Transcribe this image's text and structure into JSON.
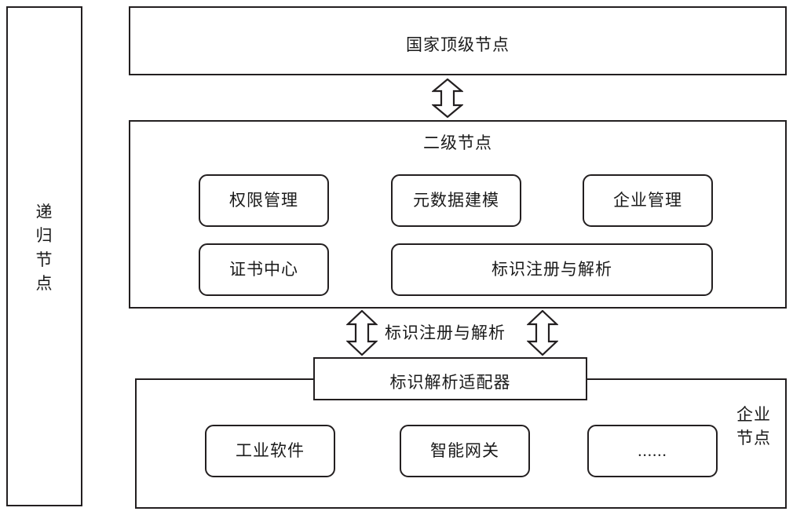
{
  "diagram": {
    "title_hidden": "",
    "recursive_panel": {
      "label_chars": [
        "递",
        "归",
        "节",
        "点"
      ],
      "label_text": "递归节点"
    },
    "top_node": {
      "label": "国家顶级节点"
    },
    "arrow_top": {
      "icon": "double-headed-vertical-arrow"
    },
    "second_level_node": {
      "title": "二级节点",
      "modules_row1": [
        {
          "label": "权限管理"
        },
        {
          "label": "元数据建模"
        },
        {
          "label": "企业管理"
        }
      ],
      "modules_row2": [
        {
          "label": "证书中心"
        },
        {
          "label": "标识注册与解析"
        }
      ]
    },
    "middle_link": {
      "label": "标识注册与解析",
      "left_arrow_icon": "double-headed-vertical-arrow",
      "right_arrow_icon": "double-headed-vertical-arrow"
    },
    "adapter": {
      "label": "标识解析适配器"
    },
    "enterprise_node": {
      "label_lines": [
        "企业",
        "节点"
      ],
      "label_text": "企业节点",
      "modules": [
        {
          "label": "工业软件"
        },
        {
          "label": "智能网关"
        },
        {
          "label": "......"
        }
      ]
    },
    "colors": {
      "stroke": "#231f20",
      "background": "#ffffff",
      "text": "#1a1a1a"
    }
  }
}
